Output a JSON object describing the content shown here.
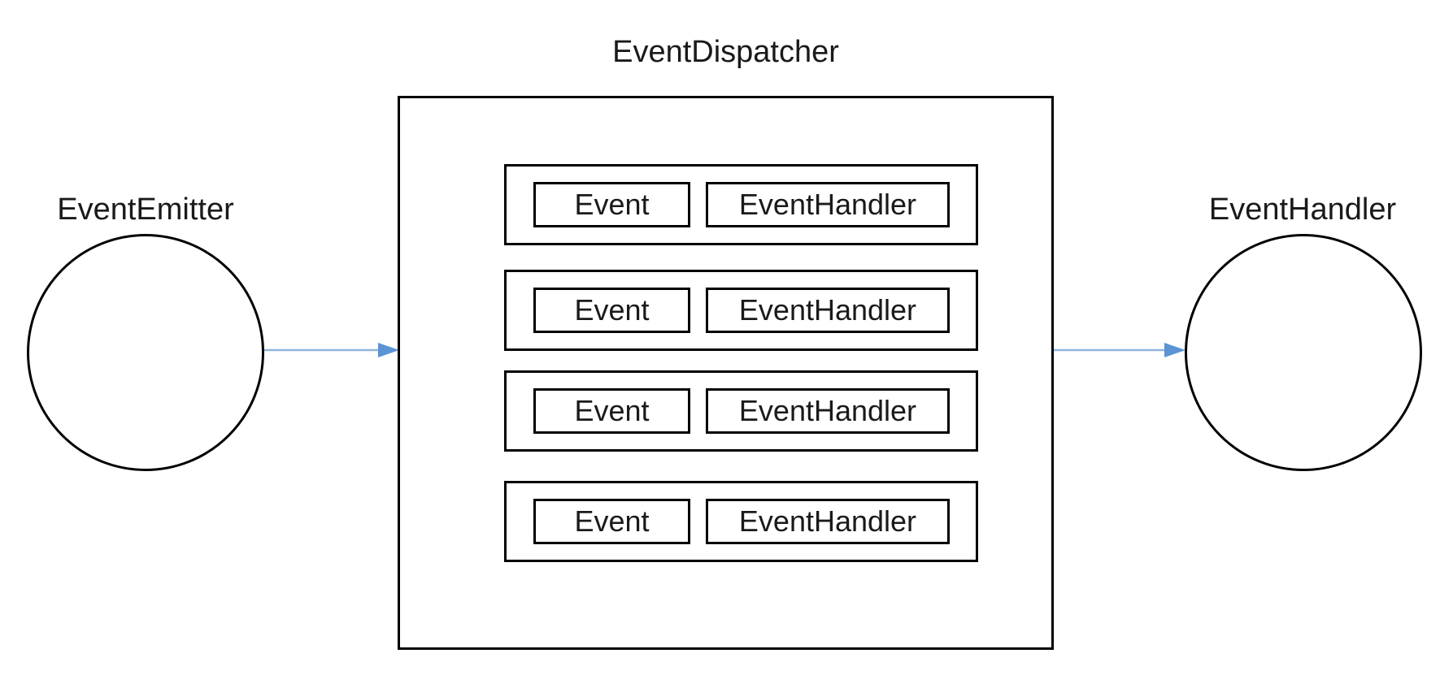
{
  "title": "EventDispatcher",
  "emitter": {
    "label": "EventEmitter"
  },
  "receiver": {
    "label": "EventHandler"
  },
  "dispatcher": {
    "rows": [
      {
        "event_label": "Event",
        "handler_label": "EventHandler"
      },
      {
        "event_label": "Event",
        "handler_label": "EventHandler"
      },
      {
        "event_label": "Event",
        "handler_label": "EventHandler"
      },
      {
        "event_label": "Event",
        "handler_label": "EventHandler"
      }
    ]
  },
  "colors": {
    "stroke": "#000000",
    "text": "#1a1a1a",
    "background": "#ffffff",
    "arrow_line": "#8fb4dc",
    "arrow_head": "#5b94d3"
  }
}
